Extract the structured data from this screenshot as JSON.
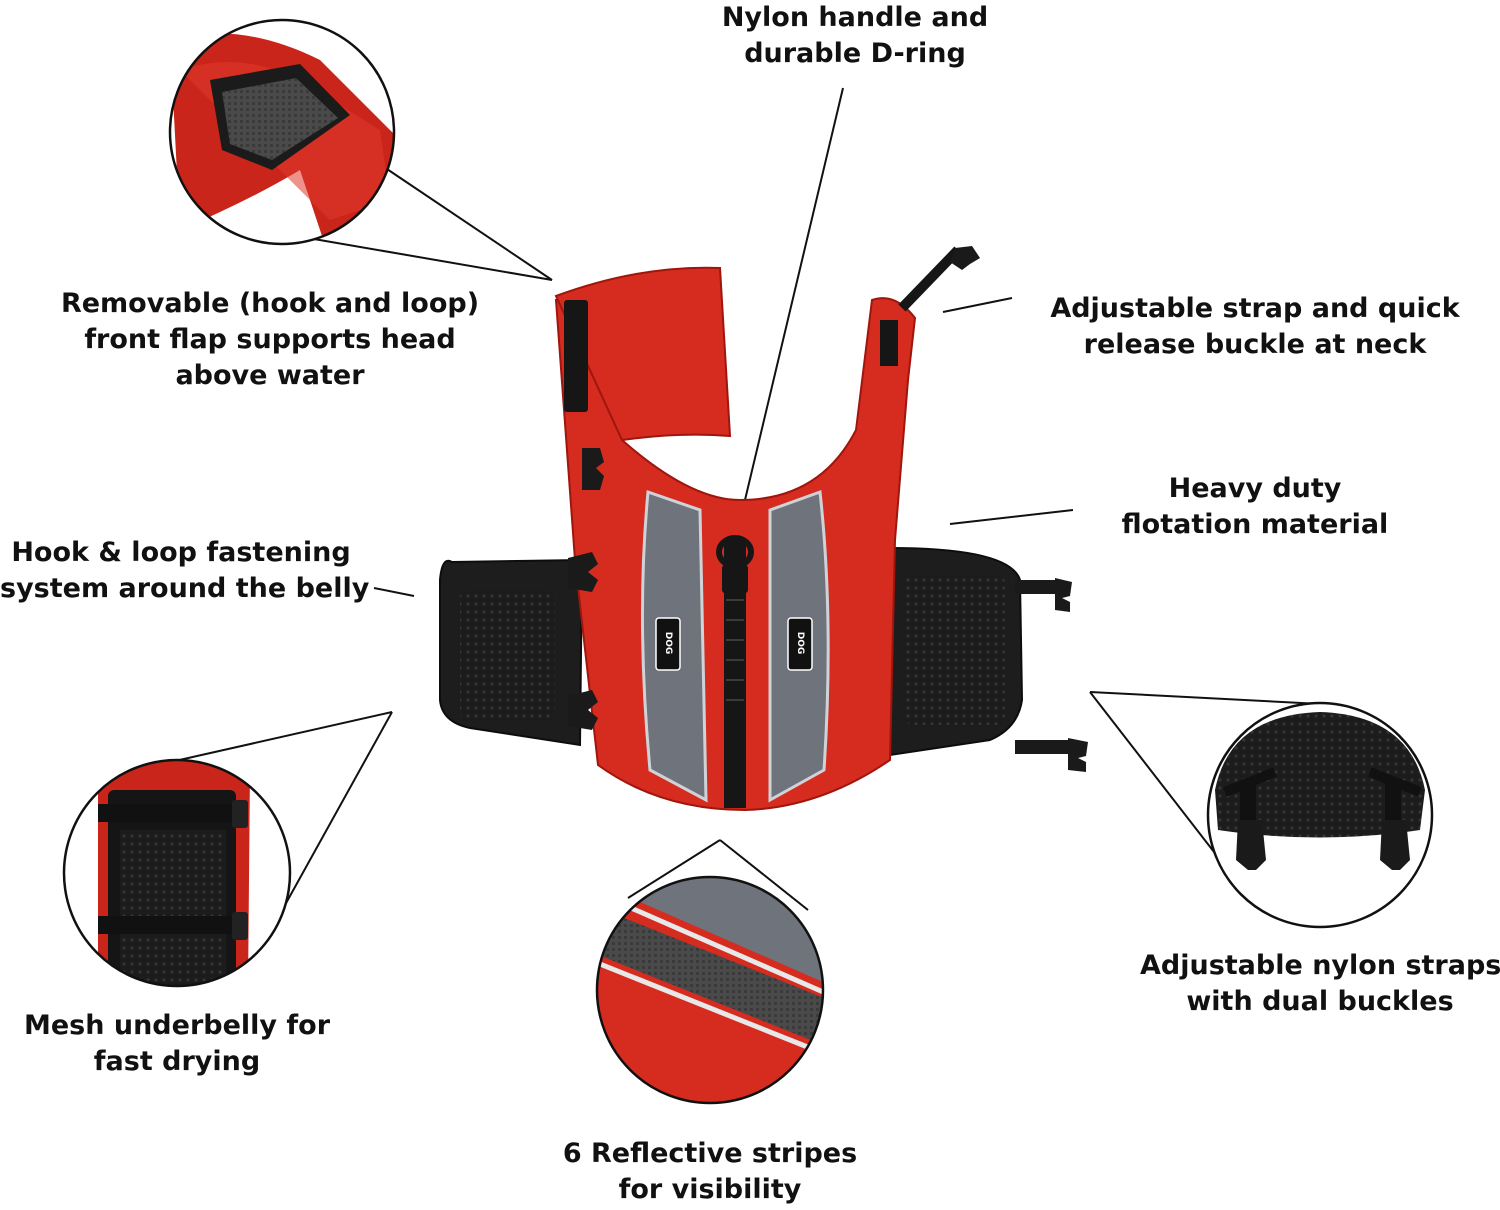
{
  "callouts": [
    {
      "id": "handle",
      "lines": [
        "Nylon handle and",
        "durable D-ring"
      ]
    },
    {
      "id": "flap",
      "lines": [
        "Removable (hook and loop)",
        "front flap supports head",
        "above water"
      ]
    },
    {
      "id": "neck",
      "lines": [
        "Adjustable strap and quick",
        "release buckle at neck"
      ]
    },
    {
      "id": "flotation",
      "lines": [
        "Heavy duty",
        "flotation material"
      ]
    },
    {
      "id": "belly",
      "lines": [
        "Hook & loop fastening",
        "system around the belly"
      ]
    },
    {
      "id": "mesh",
      "lines": [
        "Mesh underbelly for",
        "fast drying"
      ]
    },
    {
      "id": "straps",
      "lines": [
        "Adjustable nylon straps",
        "with dual buckles"
      ]
    },
    {
      "id": "reflective",
      "lines": [
        "6 Reflective stripes",
        "for visibility"
      ]
    }
  ],
  "logo_text": "DOG",
  "colors": {
    "vest_red": "#d62b1f",
    "vest_dark_red": "#a8180f",
    "reflective_gray": "#6f737b",
    "mesh_black": "#1c1c1c",
    "callout_line": "#111111",
    "text": "#111111",
    "background": "#ffffff"
  },
  "icons": [
    "side-release-buckle-icon",
    "d-ring-handle-icon",
    "hook-and-loop-patch-icon"
  ]
}
